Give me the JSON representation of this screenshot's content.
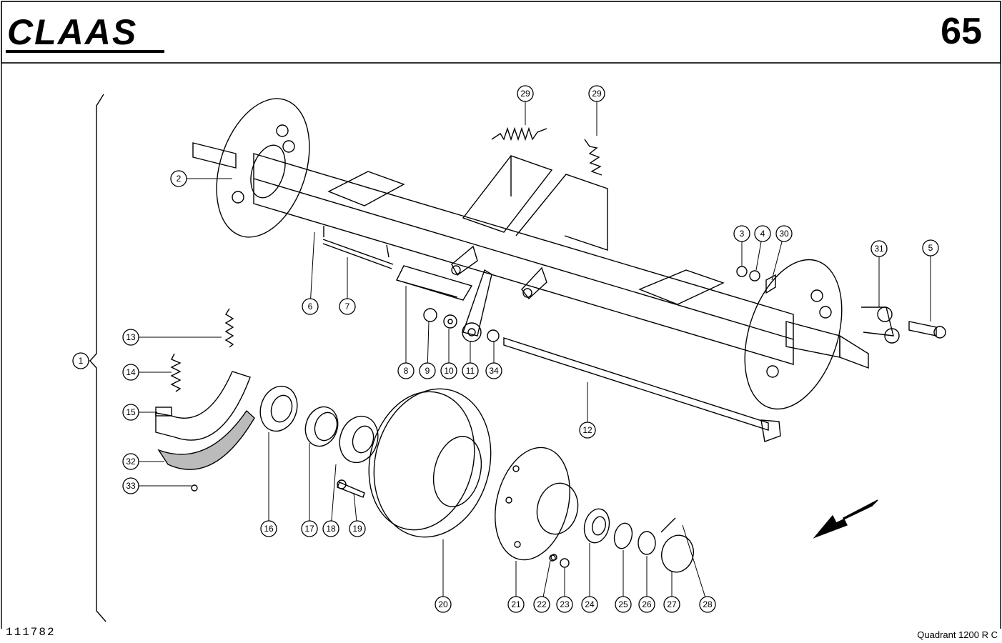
{
  "header": {
    "brand": "CLAAS",
    "page_number": "65"
  },
  "footer": {
    "drawing_number": "111782",
    "model": "Quadrant  1200 R C"
  },
  "callouts": [
    "1",
    "2",
    "3",
    "4",
    "5",
    "6",
    "7",
    "8",
    "9",
    "10",
    "11",
    "12",
    "13",
    "14",
    "15",
    "16",
    "17",
    "18",
    "19",
    "20",
    "21",
    "22",
    "23",
    "24",
    "25",
    "26",
    "27",
    "28",
    "29",
    "29",
    "30",
    "31",
    "32",
    "33",
    "34"
  ]
}
